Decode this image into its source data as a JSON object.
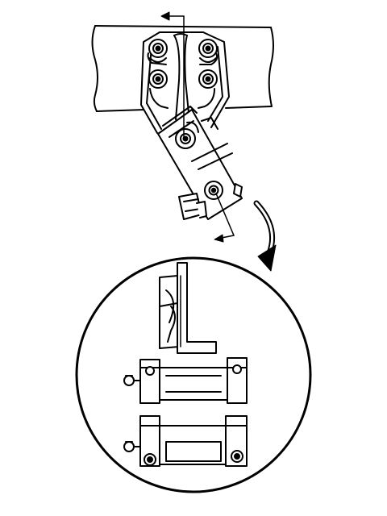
{
  "figure": {
    "colors": {
      "ink": "#000000",
      "paper": "#ffffff",
      "shade": "#b8b8b8"
    },
    "parts": [
      "frame-rail",
      "mounting-bracket",
      "mounting-bolts",
      "hinge-pivot-bolt",
      "swing-arm",
      "arm-pivot-bolt",
      "end-clamp",
      "section-line-arrows",
      "detail-callout-arrow",
      "detail-view-circle",
      "detail-angle-bracket",
      "upper-clamp-block",
      "lower-clamp-block",
      "grease-fittings"
    ]
  }
}
